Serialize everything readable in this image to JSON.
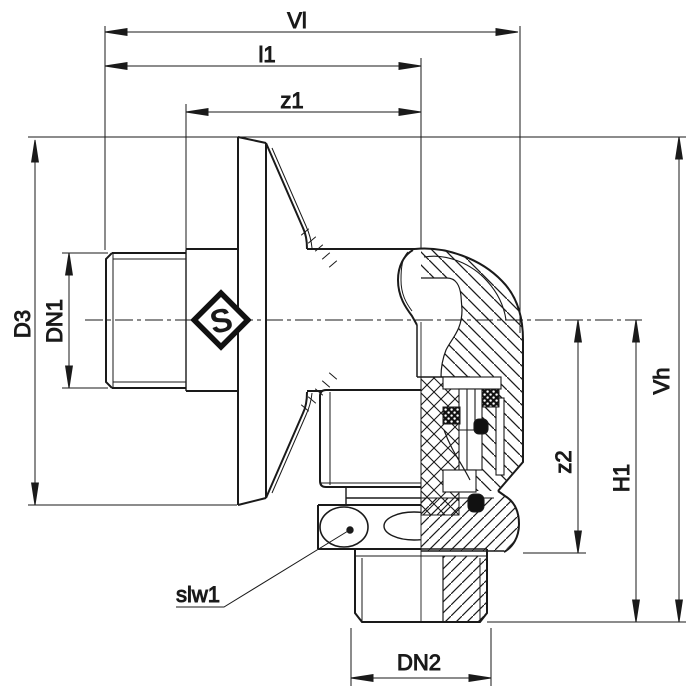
{
  "drawing": {
    "labels": {
      "vl": "Vl",
      "l1": "l1",
      "z1": "z1",
      "d3": "D3",
      "dn1": "DN1",
      "slw1": "slw1",
      "dn2": "DN2",
      "z2": "z2",
      "h1": "H1",
      "vh": "Vh"
    },
    "logo_glyph": "S",
    "colors": {
      "line": "#1a1a1a",
      "background": "#ffffff"
    }
  }
}
